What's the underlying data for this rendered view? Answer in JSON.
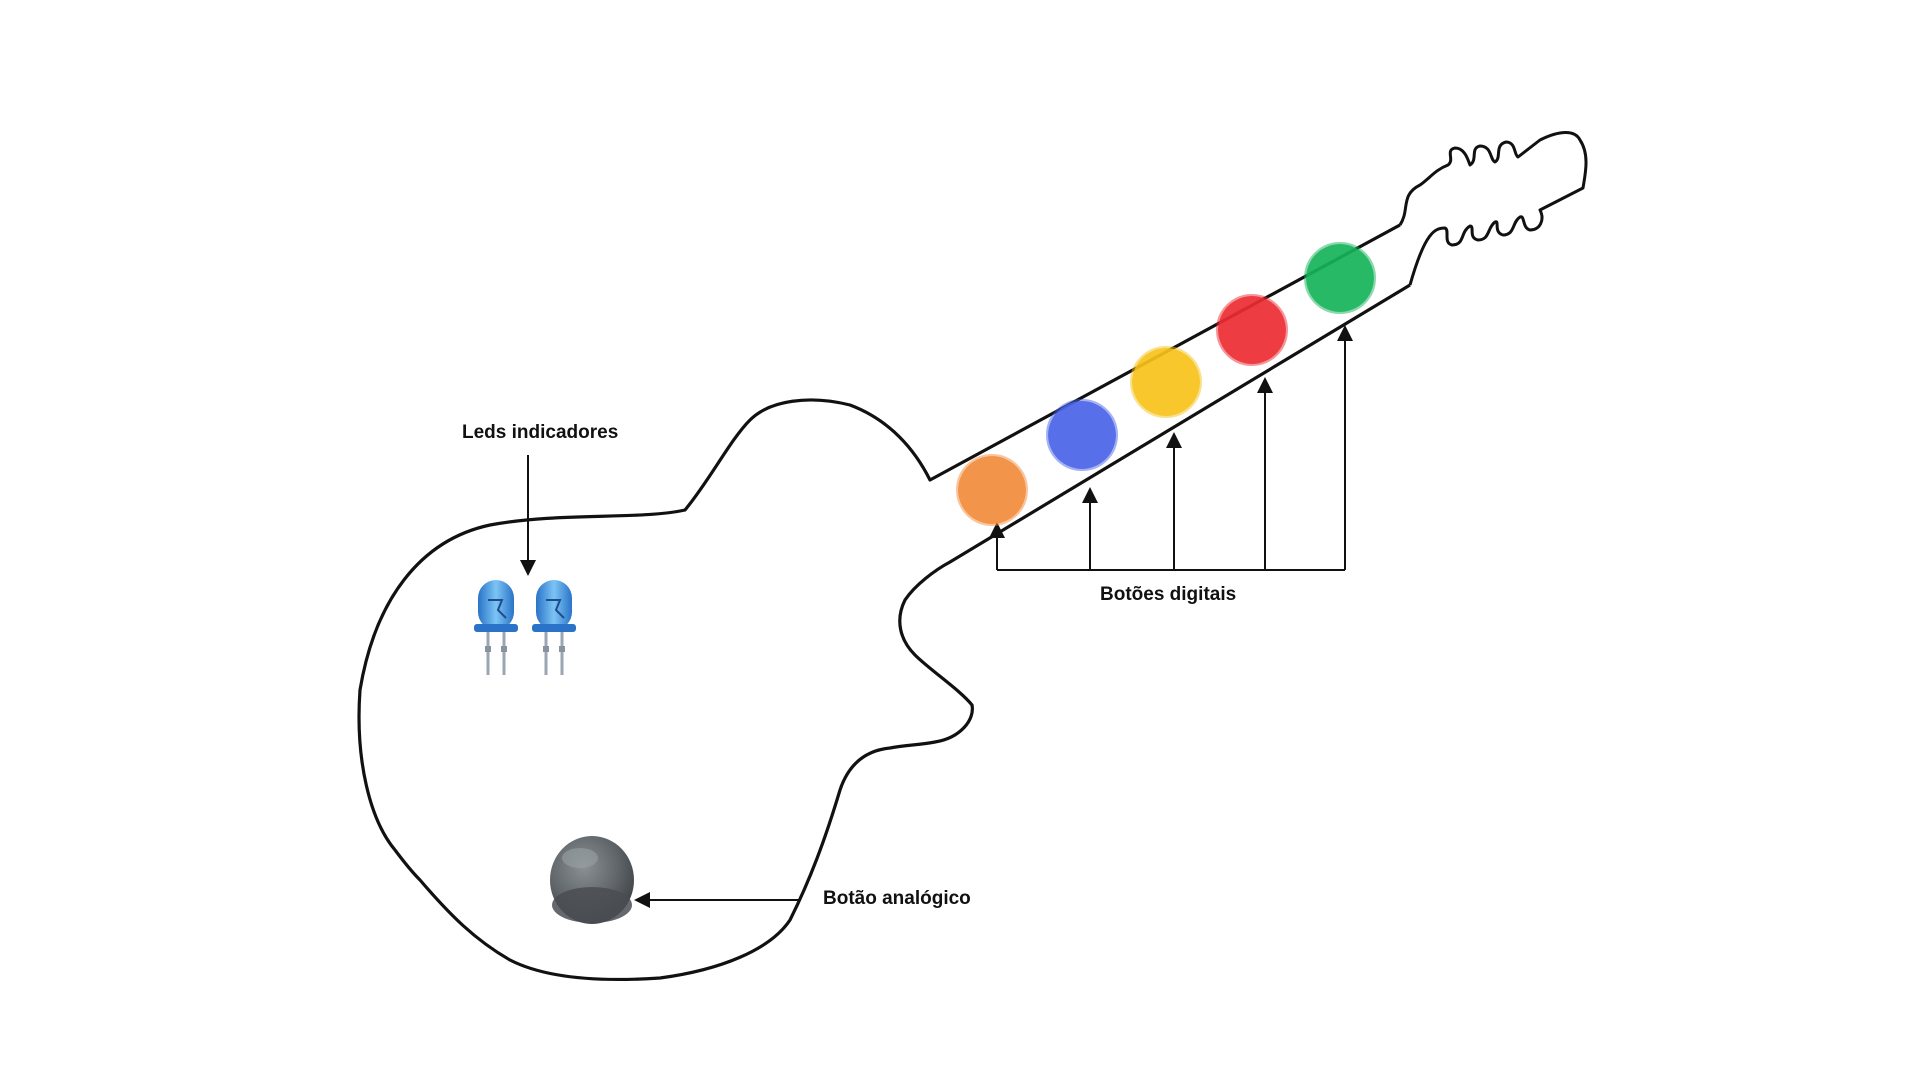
{
  "labels": {
    "leds": "Leds indicadores",
    "digital_buttons": "Botões digitais",
    "analog_button": "Botão analógico"
  },
  "fret_buttons": [
    {
      "name": "orange",
      "color": "#f28b3c"
    },
    {
      "name": "blue",
      "color": "#4a63e8"
    },
    {
      "name": "yellow",
      "color": "#f7c21a"
    },
    {
      "name": "red",
      "color": "#ec2b32"
    },
    {
      "name": "green",
      "color": "#16b35a"
    }
  ],
  "colors": {
    "outline": "#111111",
    "led": "#4aa3e8",
    "led_dark": "#2a73c8",
    "led_leg": "#9aa6b2",
    "joystick": "#5f6468"
  },
  "icons": {
    "leds": "led-icon",
    "analog": "joystick-icon"
  }
}
